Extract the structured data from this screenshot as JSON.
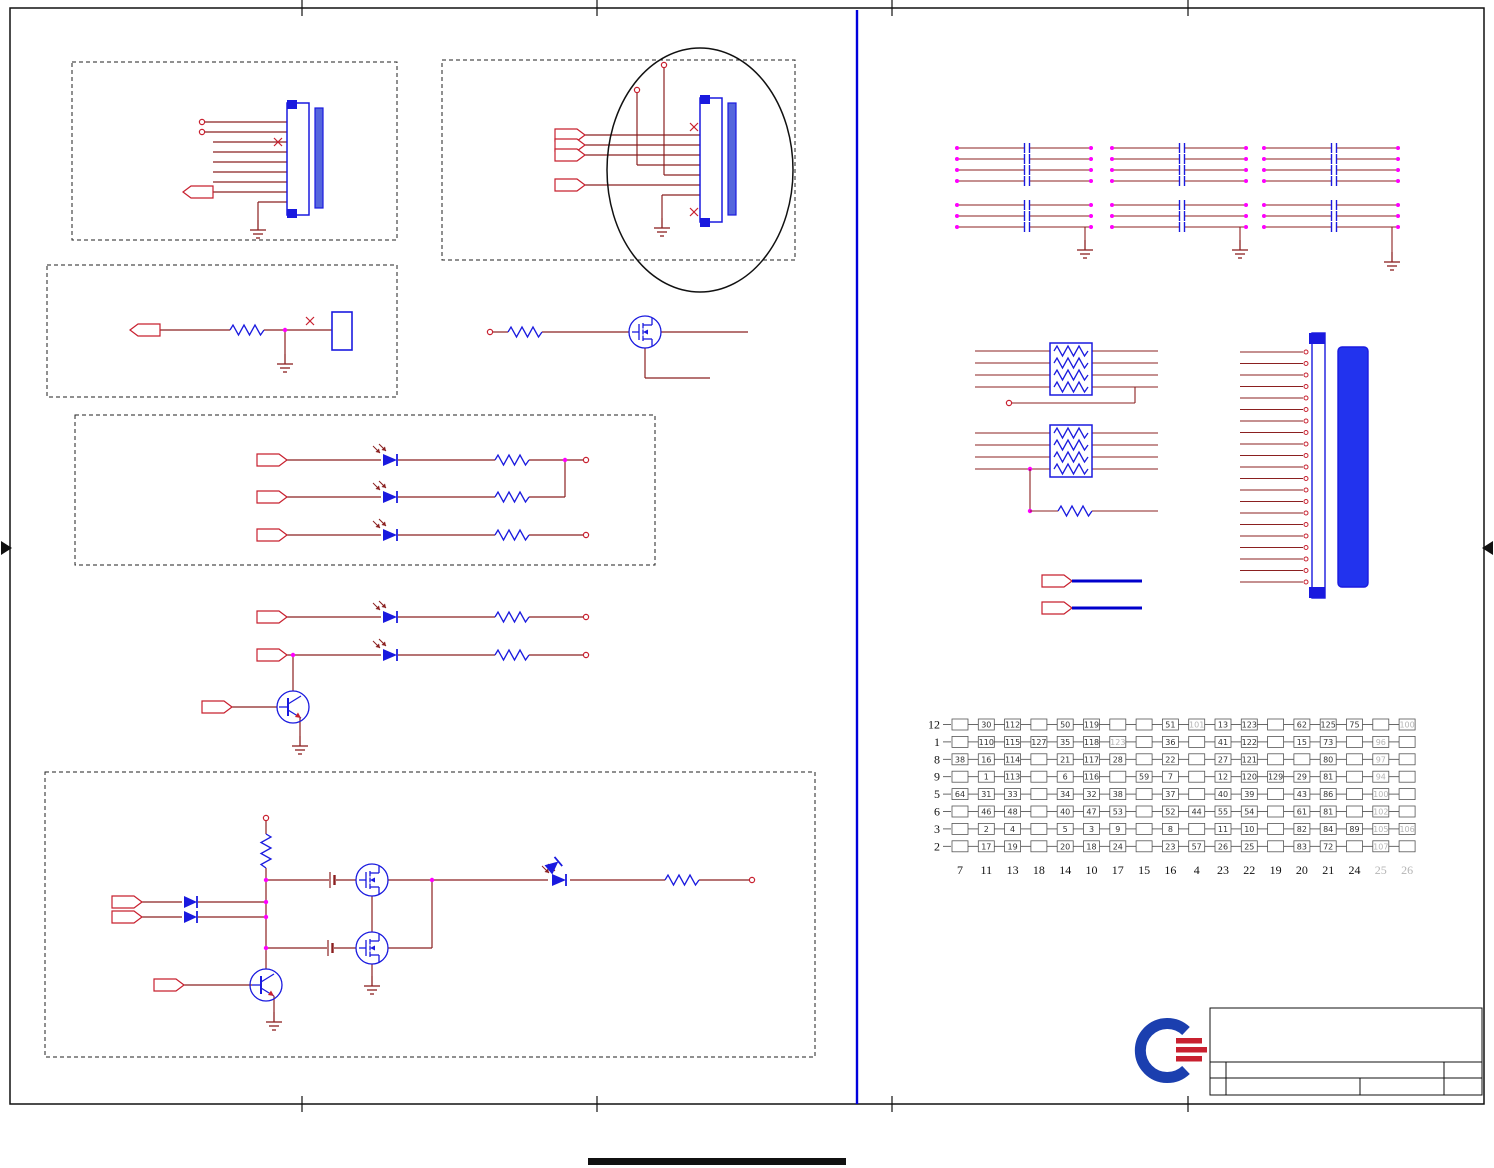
{
  "sheet": {
    "kind": "circuit-schematic-page",
    "frame_color": "#111111",
    "divider_color": "#0000dd"
  },
  "colors": {
    "wire": "#8b2020",
    "component": "#1a1adf",
    "junction": "#ff00ff",
    "tag": "#c8202f",
    "connector_fill": "#2233ee",
    "connector_strip_fill": "#5566dd",
    "text": "#333333",
    "dim_text": "#b5b5b5"
  },
  "matrix": {
    "col_labels": [
      "7",
      "11",
      "13",
      "18",
      "14",
      "10",
      "17",
      "15",
      "16",
      "4",
      "23",
      "22",
      "19",
      "20",
      "21",
      "24",
      {
        "t": "25",
        "dim": true
      },
      {
        "t": "26",
        "dim": true
      }
    ],
    "rows": [
      {
        "label": "12",
        "cells": [
          "",
          "30",
          "112",
          "",
          "50",
          "119",
          "",
          "",
          "51",
          {
            "t": "101",
            "dim": true
          },
          "13",
          "123",
          "",
          "62",
          "125",
          "75",
          "",
          {
            "t": "100",
            "dim": true
          }
        ]
      },
      {
        "label": "1",
        "cells": [
          "",
          "110",
          "115",
          "127",
          "35",
          "118",
          {
            "t": "123",
            "dim": true
          },
          "",
          "36",
          "",
          "41",
          "122",
          "",
          "15",
          "73",
          "",
          {
            "t": "96",
            "dim": true
          },
          ""
        ]
      },
      {
        "label": "8",
        "cells": [
          "38",
          "16",
          "114",
          "",
          "21",
          "117",
          "28",
          "",
          "22",
          "",
          "27",
          "121",
          "",
          "",
          "80",
          "",
          {
            "t": "97",
            "dim": true
          },
          ""
        ]
      },
      {
        "label": "9",
        "cells": [
          "",
          "1",
          "113",
          "",
          "6",
          "116",
          "",
          "59",
          "7",
          "",
          "12",
          "120",
          "129",
          "29",
          "81",
          "",
          {
            "t": "94",
            "dim": true
          },
          ""
        ]
      },
      {
        "label": "5",
        "cells": [
          "64",
          "31",
          "33",
          "",
          "34",
          "32",
          "38",
          "",
          "37",
          "",
          "40",
          "39",
          "",
          "43",
          "86",
          "",
          {
            "t": "100",
            "dim": true
          },
          ""
        ]
      },
      {
        "label": "6",
        "cells": [
          "",
          "46",
          "48",
          "",
          "40",
          "47",
          "53",
          "",
          "52",
          "44",
          "55",
          "54",
          "",
          "61",
          "81",
          "",
          {
            "t": "102",
            "dim": true
          },
          ""
        ]
      },
      {
        "label": "3",
        "cells": [
          "",
          "2",
          "4",
          "",
          "5",
          "3",
          "9",
          "",
          "8",
          "",
          "11",
          "10",
          "",
          "82",
          "84",
          "89",
          {
            "t": "105",
            "dim": true
          },
          {
            "t": "106",
            "dim": true
          }
        ]
      },
      {
        "label": "2",
        "cells": [
          "",
          "17",
          "19",
          "",
          "20",
          "18",
          "24",
          "",
          "23",
          "57",
          "26",
          "25",
          "",
          "83",
          "72",
          "",
          {
            "t": "107",
            "dim": true
          },
          ""
        ]
      }
    ]
  },
  "title_block": {
    "logo": "quanta-logo",
    "title_text": ""
  }
}
